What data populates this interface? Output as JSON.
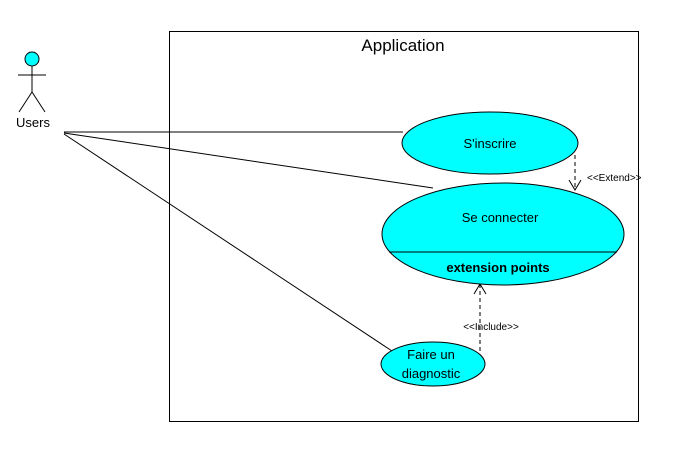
{
  "system": {
    "title": "Application"
  },
  "actors": [
    {
      "id": "users",
      "label": "Users"
    }
  ],
  "use_cases": {
    "sinscrire": {
      "label": "S'inscrire"
    },
    "se_connecter": {
      "label": "Se connecter",
      "compartment_label": "extension points"
    },
    "faire_diagnostic": {
      "label_lines": [
        "Faire un",
        "diagnostic"
      ]
    }
  },
  "relationships": [
    {
      "type": "association",
      "from": "users",
      "to": "sinscrire"
    },
    {
      "type": "association",
      "from": "users",
      "to": "se_connecter"
    },
    {
      "type": "association",
      "from": "users",
      "to": "faire_diagnostic"
    },
    {
      "type": "extend",
      "from": "sinscrire",
      "to": "se_connecter",
      "label": "<<Extend>>"
    },
    {
      "type": "include",
      "from": "faire_diagnostic",
      "to": "se_connecter",
      "label": "<<Include>>"
    }
  ],
  "colors": {
    "use_case_fill": "#00ffff",
    "actor_fill": "#00ffff",
    "stroke": "#000000",
    "background": "#ffffff"
  }
}
